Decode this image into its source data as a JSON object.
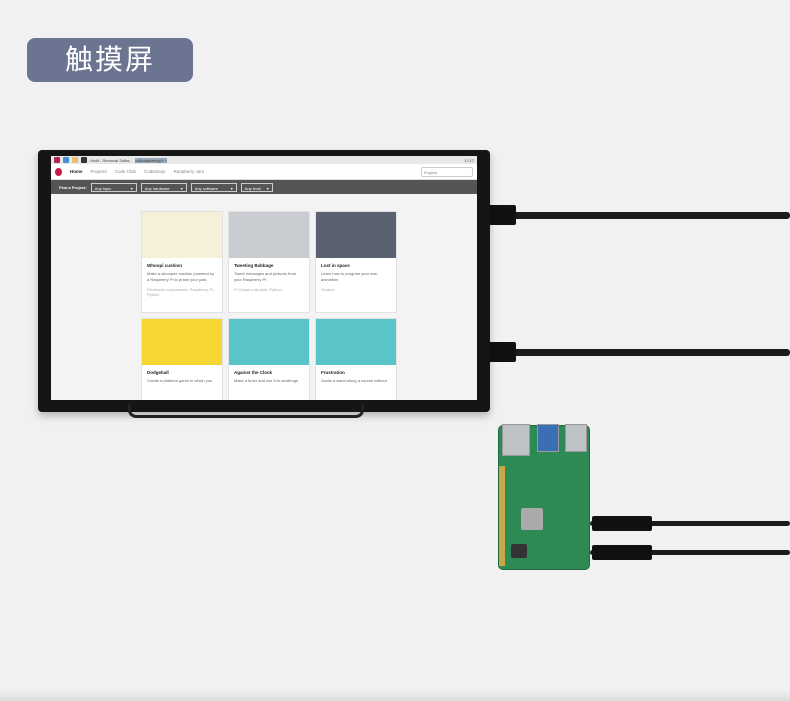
{
  "title": "触摸屏",
  "screen": {
    "taskbar": [
      "Vedit - Removal Softw...",
      "pi@raspberrypi: ~"
    ],
    "time": "17:17",
    "nav": [
      "Home",
      "Projects",
      "Code Club",
      "CoderDojo",
      "Raspberry Jam"
    ],
    "language": "English",
    "filter_label": "Find a Project:",
    "filters": [
      "Any topic",
      "Any hardware",
      "Any software",
      "Any level"
    ],
    "cards": [
      {
        "title": "Whoopi cushion",
        "desc": "Make a whoopee cushion powered by a Raspberry Pi to prank your pals",
        "meta": "Electronic components, Raspberry Pi, Python",
        "color": "#f5f0d8"
      },
      {
        "title": "Tweeting Babbage",
        "desc": "Tweet messages and pictures from your Raspberry Pi",
        "meta": "Pi Camera Module, Python",
        "color": "#c9ccd1"
      },
      {
        "title": "Lost in space",
        "desc": "Learn how to program your own animation",
        "meta": "Scratch",
        "color": "#5a6272"
      },
      {
        "title": "Dodgeball",
        "desc": "Create a platform game in which you",
        "meta": "",
        "color": "#f5d632"
      },
      {
        "title": "Against the Clock",
        "desc": "Make a timer and use it to challenge",
        "meta": "",
        "color": "#5bc4c9"
      },
      {
        "title": "Frustration",
        "desc": "Guide a wand along a course without",
        "meta": "",
        "color": "#5bc4c9"
      }
    ]
  }
}
